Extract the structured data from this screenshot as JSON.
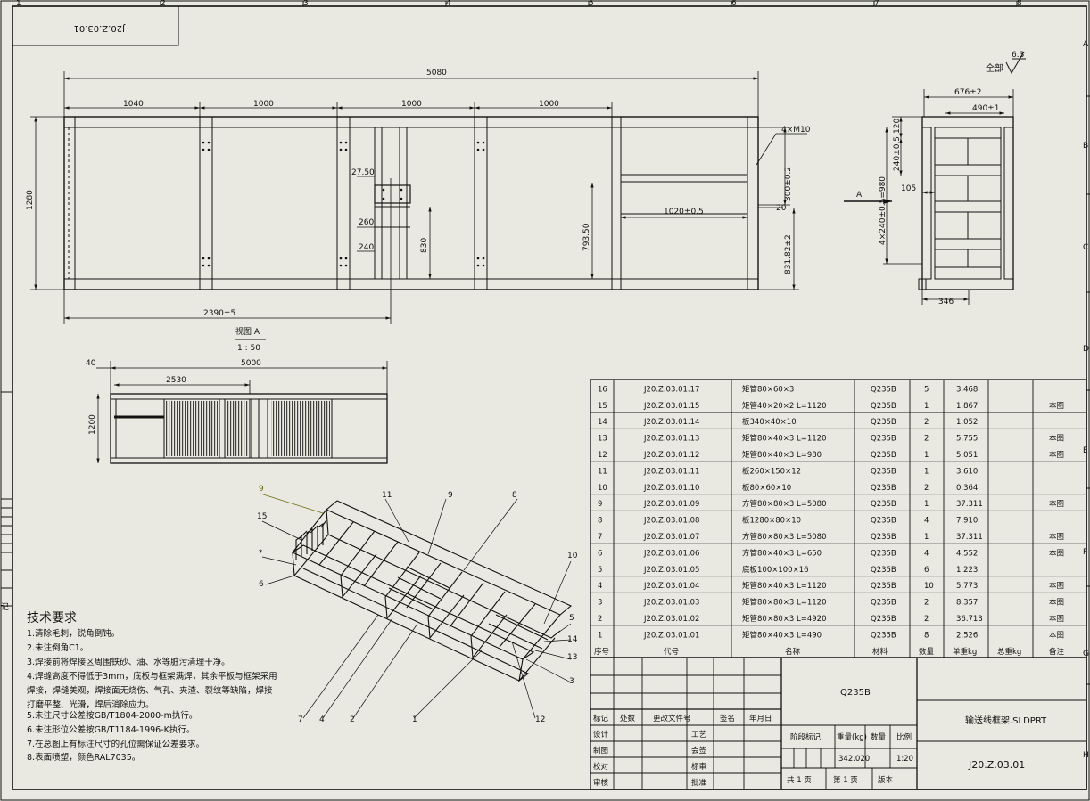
{
  "drawing_code_box": "J20.Z.03.01",
  "surface_finish": {
    "prefix": "全部",
    "value": "6.3"
  },
  "zones": {
    "top": [
      "1",
      "2",
      "3",
      "4",
      "5",
      "6",
      "7",
      "8"
    ],
    "right": [
      "A",
      "B",
      "C",
      "D",
      "E",
      "F",
      "G",
      "H"
    ]
  },
  "front_view": {
    "overall_length": "5080",
    "bays": [
      "1040",
      "1000",
      "1000",
      "1000"
    ],
    "height": "1280",
    "bolt_note": "4×M10",
    "d_27_50": "27.50",
    "d_260": "260",
    "d_240": "240",
    "d_830": "830",
    "d_793_50": "793.50",
    "d_1020": "1020±0.5",
    "d_20": "20",
    "d_300": "300±0.2",
    "d_831": "831.82±2",
    "d_2390": "2390±5"
  },
  "side_view": {
    "d_676": "676±2",
    "d_490": "490±1",
    "d_120": "120",
    "d_240": "240±0.5",
    "d_980": "4×240±0.5=980",
    "d_105": "105",
    "d_346": "346",
    "arrow_label": "A"
  },
  "view_a": {
    "title": "视图 A",
    "scale": "1 : 50",
    "d_40": "40",
    "d_5000": "5000",
    "d_2530": "2530",
    "d_1200": "1200"
  },
  "balloons": [
    "9",
    "11",
    "9",
    "8",
    "15",
    "*",
    "6",
    "10",
    "5",
    "14",
    "13",
    "3",
    "7",
    "4",
    "2",
    "1",
    "12"
  ],
  "tech_requirements": {
    "title": "技术要求",
    "lines": [
      "1.清除毛刺，锐角倒钝。",
      "2.未注倒角C1。",
      "3.焊接前将焊接区周围铁砂、油、水等脏污清理干净。",
      "4.焊缝高度不得低于3mm，底板与框架满焊，其余平板与框架采用",
      "焊接，焊缝美观，焊接面无烧伤、气孔、夹渣、裂纹等缺陷，焊接",
      "打磨平整、光滑，焊后消除应力。",
      "5.未注尺寸公差按GB/T1804-2000-m执行。",
      "6.未注形位公差按GB/T1184-1996-K执行。",
      "7.在总图上有标注尺寸的孔位需保证公差要求。",
      "8.表面喷塑，颜色RAL7035。"
    ]
  },
  "bom": {
    "rows": [
      {
        "no": "16",
        "code": "J20.Z.03.01.17",
        "name": "矩管80×60×3",
        "material": "Q235B",
        "qty": "5",
        "unit_kg": "3.468",
        "total_kg": "",
        "note": ""
      },
      {
        "no": "15",
        "code": "J20.Z.03.01.15",
        "name": "矩管40×20×2 L=1120",
        "material": "Q235B",
        "qty": "1",
        "unit_kg": "1.867",
        "total_kg": "",
        "note": "本图"
      },
      {
        "no": "14",
        "code": "J20.Z.03.01.14",
        "name": "板340×40×10",
        "material": "Q235B",
        "qty": "2",
        "unit_kg": "1.052",
        "total_kg": "",
        "note": ""
      },
      {
        "no": "13",
        "code": "J20.Z.03.01.13",
        "name": "矩管80×40×3 L=1120",
        "material": "Q235B",
        "qty": "2",
        "unit_kg": "5.755",
        "total_kg": "",
        "note": "本图"
      },
      {
        "no": "12",
        "code": "J20.Z.03.01.12",
        "name": "矩管80×40×3 L=980",
        "material": "Q235B",
        "qty": "1",
        "unit_kg": "5.051",
        "total_kg": "",
        "note": "本图"
      },
      {
        "no": "11",
        "code": "J20.Z.03.01.11",
        "name": "板260×150×12",
        "material": "Q235B",
        "qty": "1",
        "unit_kg": "3.610",
        "total_kg": "",
        "note": ""
      },
      {
        "no": "10",
        "code": "J20.Z.03.01.10",
        "name": "板80×60×10",
        "material": "Q235B",
        "qty": "2",
        "unit_kg": "0.364",
        "total_kg": "",
        "note": ""
      },
      {
        "no": "9",
        "code": "J20.Z.03.01.09",
        "name": "方管80×80×3 L=5080",
        "material": "Q235B",
        "qty": "1",
        "unit_kg": "37.311",
        "total_kg": "",
        "note": "本图"
      },
      {
        "no": "8",
        "code": "J20.Z.03.01.08",
        "name": "板1280×80×10",
        "material": "Q235B",
        "qty": "4",
        "unit_kg": "7.910",
        "total_kg": "",
        "note": ""
      },
      {
        "no": "7",
        "code": "J20.Z.03.01.07",
        "name": "方管80×80×3 L=5080",
        "material": "Q235B",
        "qty": "1",
        "unit_kg": "37.311",
        "total_kg": "",
        "note": "本图"
      },
      {
        "no": "6",
        "code": "J20.Z.03.01.06",
        "name": "方管80×40×3 L=650",
        "material": "Q235B",
        "qty": "4",
        "unit_kg": "4.552",
        "total_kg": "",
        "note": "本图"
      },
      {
        "no": "5",
        "code": "J20.Z.03.01.05",
        "name": "底板100×100×16",
        "material": "Q235B",
        "qty": "6",
        "unit_kg": "1.223",
        "total_kg": "",
        "note": ""
      },
      {
        "no": "4",
        "code": "J20.Z.03.01.04",
        "name": "矩管80×40×3 L=1120",
        "material": "Q235B",
        "qty": "10",
        "unit_kg": "5.773",
        "total_kg": "",
        "note": "本图"
      },
      {
        "no": "3",
        "code": "J20.Z.03.01.03",
        "name": "矩管80×80×3 L=1120",
        "material": "Q235B",
        "qty": "2",
        "unit_kg": "8.357",
        "total_kg": "",
        "note": "本图"
      },
      {
        "no": "2",
        "code": "J20.Z.03.01.02",
        "name": "矩管80×80×3 L=4920",
        "material": "Q235B",
        "qty": "2",
        "unit_kg": "36.713",
        "total_kg": "",
        "note": "本图"
      },
      {
        "no": "1",
        "code": "J20.Z.03.01.01",
        "name": "矩管80×40×3 L=490",
        "material": "Q235B",
        "qty": "8",
        "unit_kg": "2.526",
        "total_kg": "",
        "note": "本图"
      }
    ],
    "headers": {
      "no": "序号",
      "code": "代号",
      "name": "名称",
      "material": "材料",
      "qty": "数量",
      "unit_kg": "单重kg",
      "total_kg": "总重kg",
      "note": "备注"
    }
  },
  "title_block": {
    "material": "Q235B",
    "rev_headers": [
      "标记",
      "处数",
      "更改文件号",
      "签名",
      "年月日"
    ],
    "roles_left": [
      "设计",
      "制图",
      "校对",
      "审核"
    ],
    "roles_right": [
      "工艺",
      "会签",
      "标审",
      "批准"
    ],
    "stage_headers": [
      "阶段标记",
      "重量(kg)",
      "数量",
      "比例"
    ],
    "weight": "342.020",
    "scale": "1:20",
    "sheets_total": "共 1 页",
    "sheet_no": "第 1 页",
    "version": "版本",
    "drawing_name": "输送线框架.SLDPRT",
    "drawing_number": "J20.Z.03.01"
  }
}
